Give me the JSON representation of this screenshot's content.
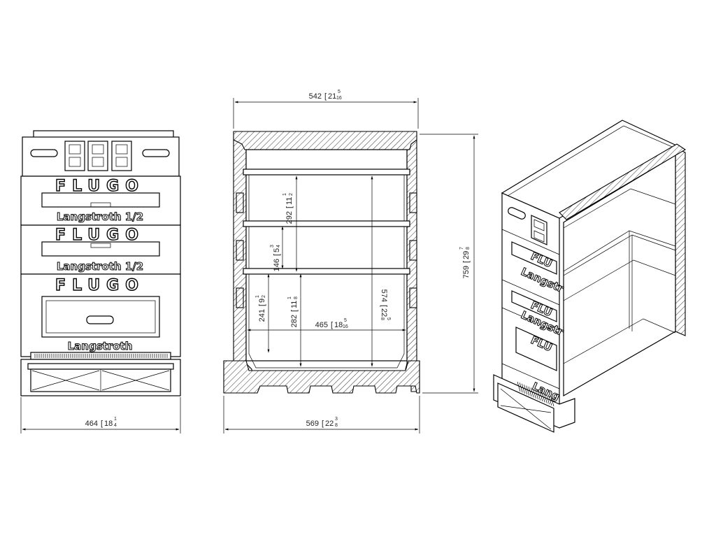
{
  "front_view": {
    "brand": "FLUGO",
    "box1_label": "Langstroth 1/2",
    "box2_label": "Langstroth 1/2",
    "box3_label": "Langstroth",
    "width_dim": {
      "main": "464",
      "whole": "18",
      "num": "1",
      "den": "4"
    }
  },
  "section_view": {
    "top_width": {
      "main": "542",
      "whole": "21",
      "num": "5",
      "den": "16"
    },
    "bottom_width": {
      "main": "569",
      "whole": "22",
      "num": "3",
      "den": "8"
    },
    "overall_height": {
      "main": "759",
      "whole": "29",
      "num": "7",
      "den": "8"
    },
    "h_292": {
      "main": "292",
      "whole": "11",
      "num": "1",
      "den": "2"
    },
    "h_146": {
      "main": "146",
      "whole": "5",
      "num": "3",
      "den": "4"
    },
    "h_241": {
      "main": "241",
      "whole": "9",
      "num": "1",
      "den": "2"
    },
    "h_282": {
      "main": "282",
      "whole": "11",
      "num": "1",
      "den": "8"
    },
    "h_574": {
      "main": "574",
      "whole": "22",
      "num": "5",
      "den": "8"
    },
    "inner_width": {
      "main": "465",
      "whole": "18",
      "num": "5",
      "den": "16"
    }
  },
  "iso_view": {
    "label_flu_1": "FLU",
    "label_lang_1": "Langstr",
    "label_flu_2": "FLU",
    "label_lang_2": "Langstr",
    "label_flu_3": "FLU",
    "label_lang_3": "Lang"
  }
}
